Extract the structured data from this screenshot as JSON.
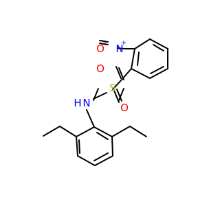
{
  "atoms": {
    "nitrogen_nitro": "N",
    "nitrogen_nitro_charge": "+",
    "oxygen_nitro": "O",
    "oxygen_nitro_charge": "-",
    "sulfur": "S",
    "oxygen_sulfonyl_top": "O",
    "oxygen_sulfonyl_bottom": "O",
    "nitrogen_amide": "N",
    "hydrogen_amide": "H"
  },
  "colors": {
    "bond": "#000000",
    "nitrogen": "#0000ff",
    "oxygen": "#ff0000",
    "sulfur": "#b2b200"
  }
}
